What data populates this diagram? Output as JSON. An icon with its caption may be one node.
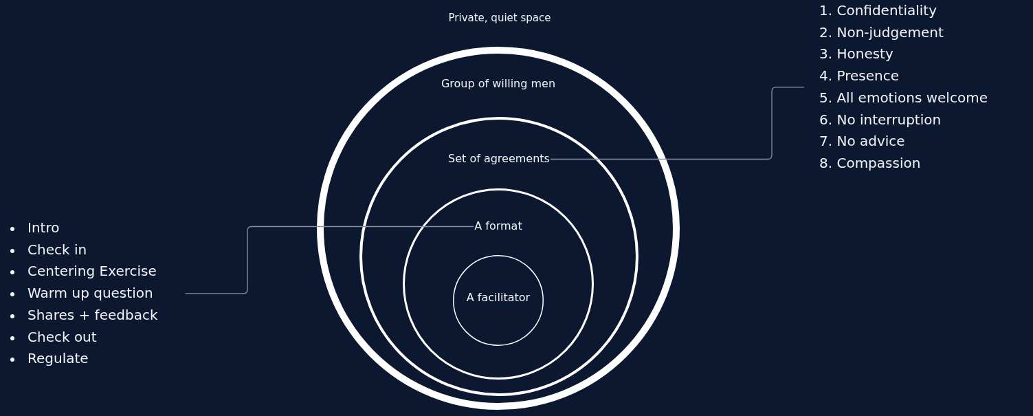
{
  "diagram": {
    "nodes": [
      {
        "text": [
          "Group of willing men"
        ]
      },
      {
        "text": [
          "Set of agreements"
        ],
        "in": 0
      },
      {
        "text": [
          "A format"
        ],
        "in": 1
      },
      {
        "text": [
          "A facilitator"
        ],
        "in": 2
      },
      {
        "text": [
          "1. Confidentiality",
          "2. Non-judgement",
          "3. Honesty",
          "4. Presence",
          "5. All emotions welcome",
          "6. No interruption",
          "7. No advice",
          "8. Compassion"
        ]
      },
      {
        "text": [
          "Intro",
          "Check in",
          "Centering Exercise",
          "Warm up question",
          "Shares + feedback",
          "Check out",
          "Regulate"
        ]
      }
    ],
    "edges": [
      {
        "from": 4,
        "to": 1,
        "arrow": "none"
      },
      {
        "from": 5,
        "to": 2,
        "arrow": "none"
      }
    ],
    "labels": [
      "Private, quiet space"
    ]
  }
}
